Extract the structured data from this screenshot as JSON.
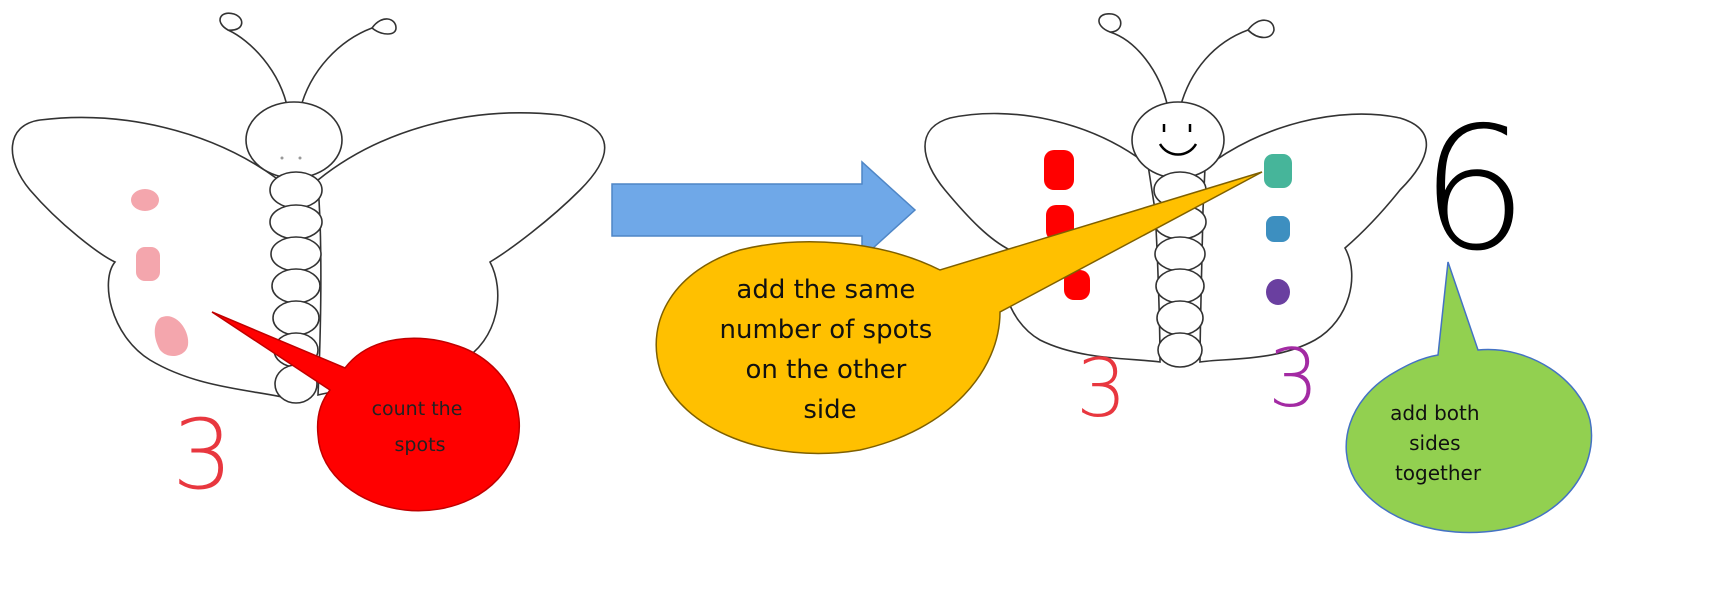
{
  "left_butterfly": {
    "spot_color": "#f4a6ad",
    "count_label": "3",
    "count_color": "#e8373f"
  },
  "right_butterfly": {
    "left_spot_color": "#ff0000",
    "right_spot_colors": [
      "#46b59a",
      "#3d8fc0",
      "#6a3fa0"
    ],
    "left_count_label": "3",
    "left_count_color": "#e8373f",
    "right_count_label": "3",
    "right_count_color": "#a32aa3",
    "total_label": "6"
  },
  "callouts": {
    "count": {
      "text_lines": [
        "count the",
        "spots"
      ],
      "fill": "#ff0000"
    },
    "add_same": {
      "text_lines": [
        "add the same",
        "number of spots",
        "on the other",
        "side"
      ],
      "fill": "#ffc000"
    },
    "add_both": {
      "text_lines": [
        "add both",
        "sides",
        "together"
      ],
      "fill": "#92d050"
    }
  },
  "arrow": {
    "fill": "#6fa8e8",
    "stroke": "#4f86c6"
  }
}
